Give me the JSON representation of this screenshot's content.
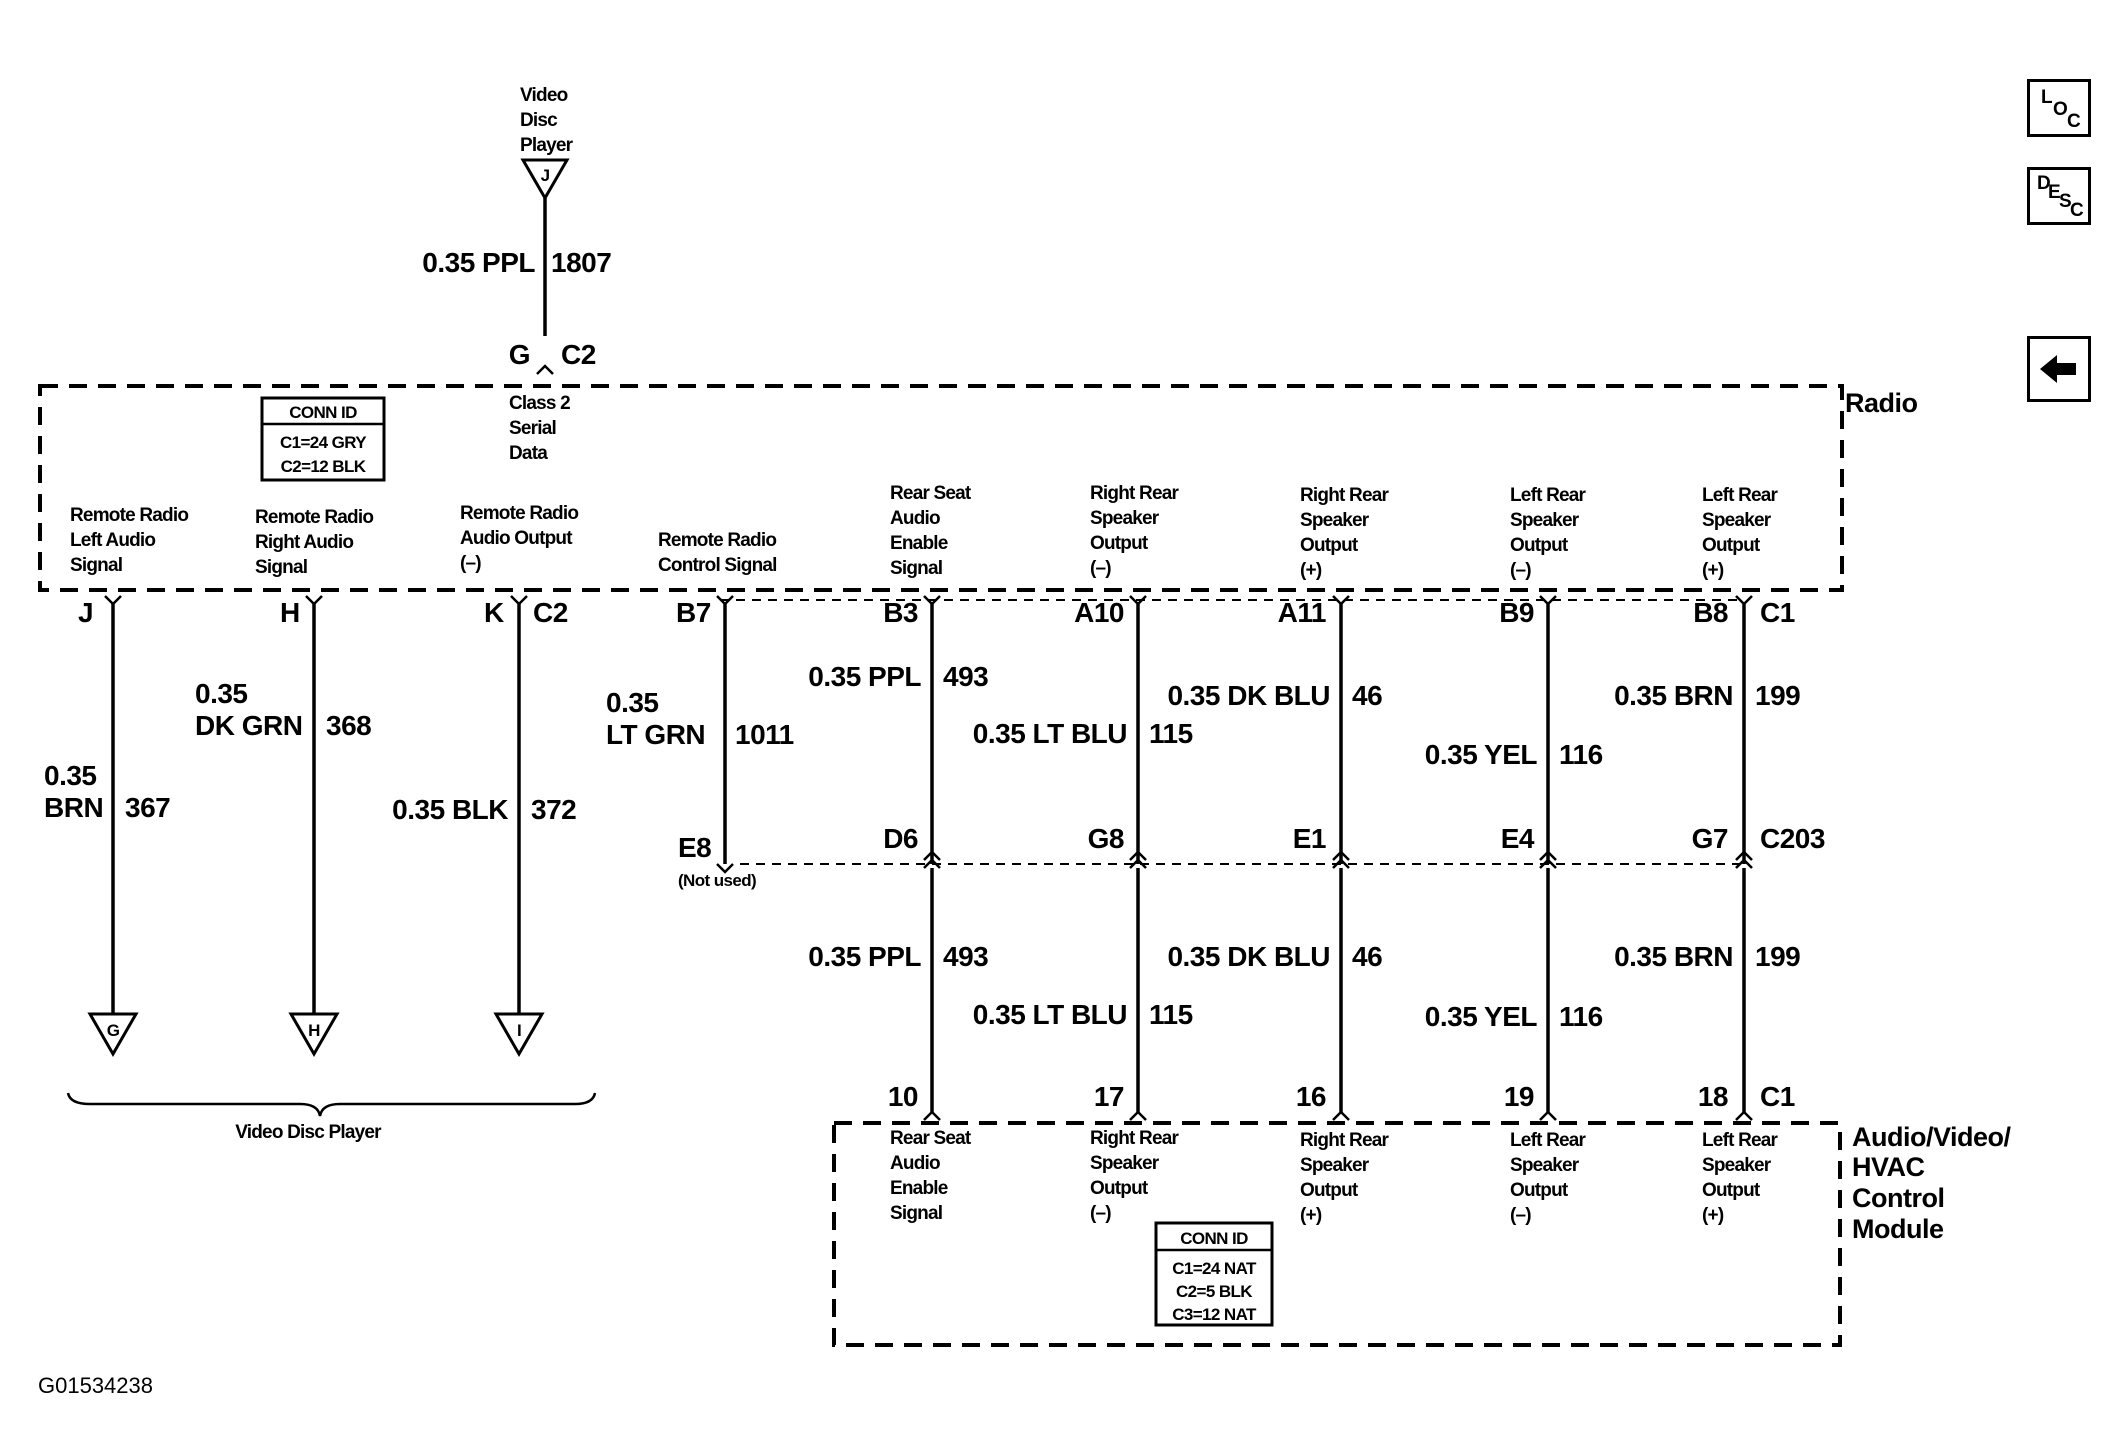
{
  "top_component": {
    "label_lines": [
      "Video",
      "Disc",
      "Player"
    ],
    "terminal": "J"
  },
  "top_wire": {
    "gauge_color": "0.35 PPL",
    "circuit": "1807",
    "pin": "G",
    "connector": "C2",
    "signal_lines": [
      "Class 2",
      "Serial",
      "Data"
    ]
  },
  "radio": {
    "name": "Radio",
    "conn_id": {
      "title": "CONN ID",
      "lines": [
        "C1=24 GRY",
        "C2=12 BLK"
      ]
    },
    "signals": [
      {
        "lines": [
          "Remote Radio",
          "Left Audio",
          "Signal"
        ]
      },
      {
        "lines": [
          "Remote Radio",
          "Right Audio",
          "Signal"
        ]
      },
      {
        "lines": [
          "Remote Radio",
          "Audio Output",
          "(–)"
        ]
      },
      {
        "lines": [
          "Remote Radio",
          "Control Signal"
        ]
      },
      {
        "lines": [
          "Rear Seat",
          "Audio",
          "Enable",
          "Signal"
        ]
      },
      {
        "lines": [
          "Right Rear",
          "Speaker",
          "Output",
          "(–)"
        ]
      },
      {
        "lines": [
          "Right Rear",
          "Speaker",
          "Output",
          "(+)"
        ]
      },
      {
        "lines": [
          "Left Rear",
          "Speaker",
          "Output",
          "(–)"
        ]
      },
      {
        "lines": [
          "Left Rear",
          "Speaker",
          "Output",
          "(+)"
        ]
      }
    ]
  },
  "left_wires": [
    {
      "pin": "J",
      "color_lines": [
        "0.35",
        "BRN"
      ],
      "circuit": "367",
      "terminal": "G"
    },
    {
      "pin": "H",
      "color_lines": [
        "0.35",
        "DK GRN"
      ],
      "circuit": "368",
      "terminal": "H"
    },
    {
      "pin": "K",
      "connector": "C2",
      "color_lines": [
        "0.35 BLK"
      ],
      "circuit": "372",
      "terminal": "I"
    }
  ],
  "left_group_label": "Video Disc Player",
  "control_wire": {
    "pin_top": "B7",
    "color_lines": [
      "0.35",
      "LT GRN"
    ],
    "circuit": "1011",
    "pin_bottom": "E8",
    "note": "(Not used)"
  },
  "upper_wires": [
    {
      "pin_top": "B3",
      "color": "0.35 PPL",
      "circuit": "493",
      "pin_mid": "D6"
    },
    {
      "pin_top": "A10",
      "color": "0.35 LT BLU",
      "circuit": "115",
      "pin_mid": "G8"
    },
    {
      "pin_top": "A11",
      "color": "0.35 DK BLU",
      "circuit": "46",
      "pin_mid": "E1"
    },
    {
      "pin_top": "B9",
      "color": "0.35 YEL",
      "circuit": "116",
      "pin_mid": "E4"
    },
    {
      "pin_top": "B8",
      "color": "0.35 BRN",
      "circuit": "199",
      "pin_mid": "G7"
    }
  ],
  "radio_c1_label": "C1",
  "inline_connector": "C203",
  "lower_wires": [
    {
      "color": "0.35 PPL",
      "circuit": "493",
      "pin_bottom": "10"
    },
    {
      "color": "0.35 LT BLU",
      "circuit": "115",
      "pin_bottom": "17"
    },
    {
      "color": "0.35 DK BLU",
      "circuit": "46",
      "pin_bottom": "16"
    },
    {
      "color": "0.35 YEL",
      "circuit": "116",
      "pin_bottom": "19"
    },
    {
      "color": "0.35 BRN",
      "circuit": "199",
      "pin_bottom": "18"
    }
  ],
  "module_c1_label": "C1",
  "module": {
    "name_lines": [
      "Audio/Video/",
      "HVAC",
      "Control",
      "Module"
    ],
    "conn_id": {
      "title": "CONN ID",
      "lines": [
        "C1=24 NAT",
        "C2=5 BLK",
        "C3=12 NAT"
      ]
    },
    "signals": [
      {
        "lines": [
          "Rear Seat",
          "Audio",
          "Enable",
          "Signal"
        ]
      },
      {
        "lines": [
          "Right Rear",
          "Speaker",
          "Output",
          "(–)"
        ]
      },
      {
        "lines": [
          "Right Rear",
          "Speaker",
          "Output",
          "(+)"
        ]
      },
      {
        "lines": [
          "Left Rear",
          "Speaker",
          "Output",
          "(–)"
        ]
      },
      {
        "lines": [
          "Left Rear",
          "Speaker",
          "Output",
          "(+)"
        ]
      }
    ]
  },
  "figure_id": "G01534238",
  "nav": {
    "loc": {
      "letters": [
        "L",
        "O",
        "C"
      ],
      "icon": "loc-icon"
    },
    "desc": {
      "letters": [
        "D",
        "E",
        "S",
        "C"
      ],
      "icon": "desc-icon"
    },
    "back": {
      "icon": "arrow-left-icon"
    }
  }
}
